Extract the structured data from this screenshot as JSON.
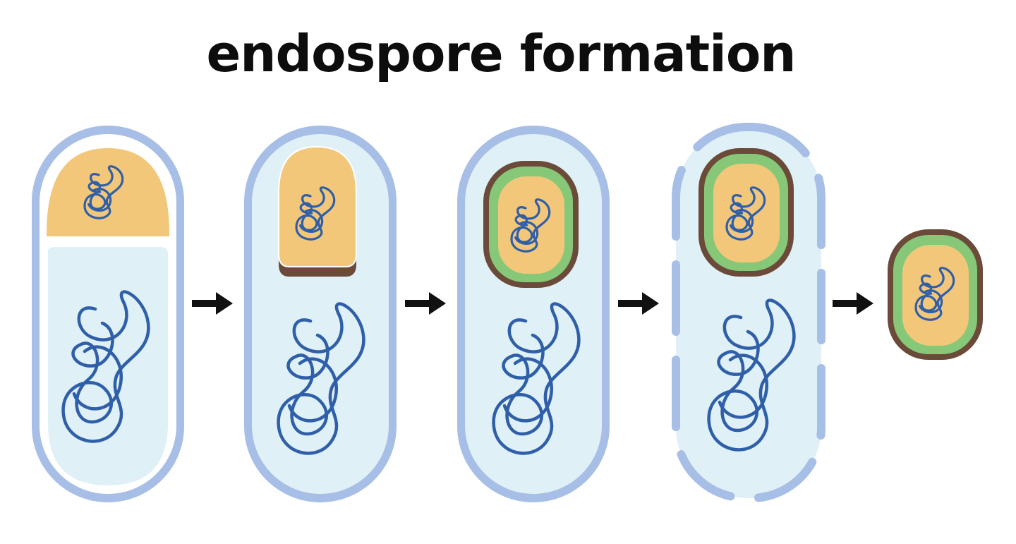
{
  "title": "endospore formation",
  "stages": [
    {
      "id": 1,
      "structure": "cell-with-forespore"
    },
    {
      "id": 2,
      "structure": "engulfed-forespore"
    },
    {
      "id": 3,
      "structure": "cortex-formation"
    },
    {
      "id": 4,
      "structure": "mother-cell-lysis"
    },
    {
      "id": 5,
      "structure": "free-endospore"
    }
  ],
  "arrows": 4,
  "colors": {
    "cell_wall": "#a7bee6",
    "cytoplasm": "#dff0f7",
    "forespore": "#f3c77a",
    "cortex": "#86c878",
    "spore_coat": "#6b4a3a",
    "dna": "#2f5fa8",
    "arrow": "#111111",
    "title": "#0d0d0d"
  }
}
